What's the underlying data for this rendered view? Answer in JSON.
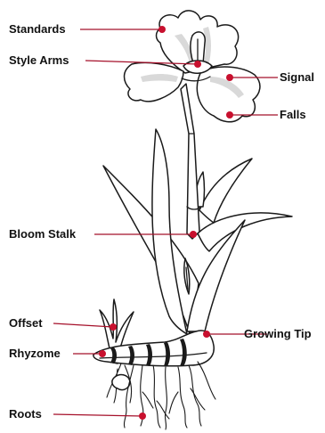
{
  "labels": {
    "standards": "Standards",
    "style_arms": "Style Arms",
    "signal": "Signal",
    "falls": "Falls",
    "bloom_stalk": "Bloom Stalk",
    "offset": "Offset",
    "growing_tip": "Growing Tip",
    "rhyzome": "Rhyzome",
    "roots": "Roots"
  },
  "colors": {
    "accent": "#c8102e",
    "outline": "#1a1a1a",
    "background": "#ffffff"
  }
}
